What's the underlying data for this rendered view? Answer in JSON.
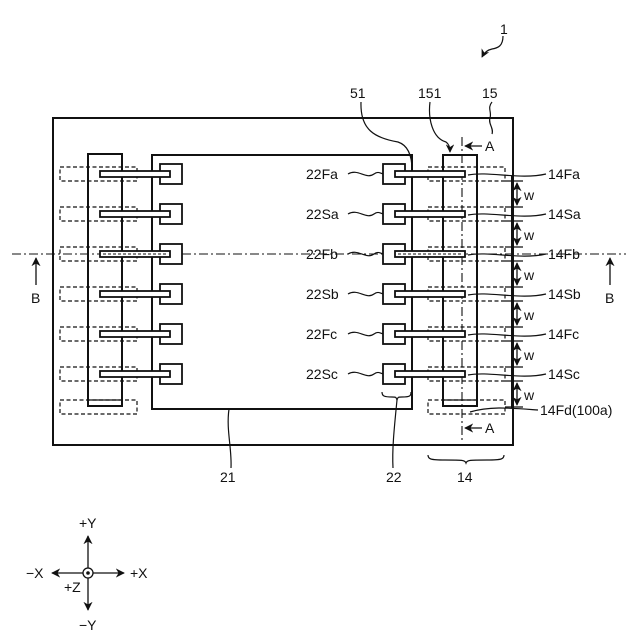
{
  "figure": {
    "reference_number": "1",
    "labels": {
      "outer_frame": "15",
      "via_region": "151",
      "wire": "51",
      "chip": "21",
      "pad_group": "22",
      "terminal_group": "14",
      "section_A": "A",
      "section_B": "B",
      "spacing": "w"
    },
    "rows": [
      {
        "pad": "22Fa",
        "terminal": "14Fa",
        "center_line": false
      },
      {
        "pad": "22Sa",
        "terminal": "14Sa",
        "center_line": false
      },
      {
        "pad": "22Fb",
        "terminal": "14Fb",
        "center_line": true
      },
      {
        "pad": "22Sb",
        "terminal": "14Sb",
        "center_line": false
      },
      {
        "pad": "22Fc",
        "terminal": "14Fc",
        "center_line": false
      },
      {
        "pad": "22Sc",
        "terminal": "14Sc",
        "center_line": false
      }
    ],
    "extra_terminal": "14Fd(100a)",
    "axes": {
      "plus_y": "+Y",
      "minus_y": "−Y",
      "plus_x": "+X",
      "minus_x": "−X",
      "plus_z": "+Z"
    }
  }
}
